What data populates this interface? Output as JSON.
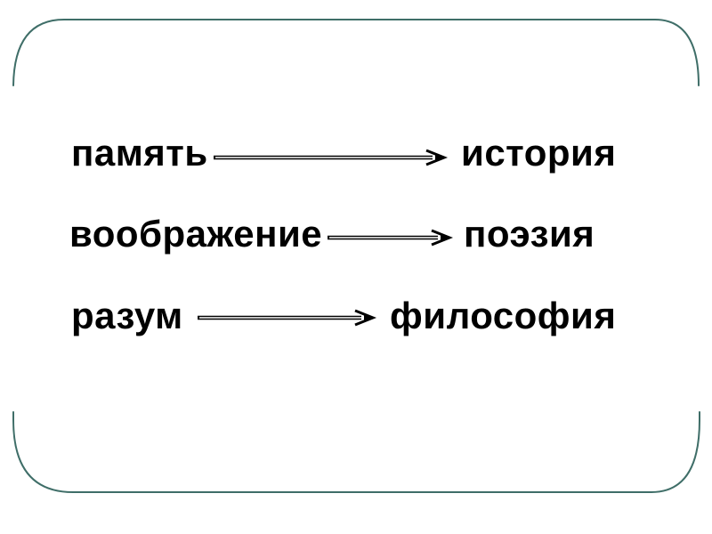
{
  "slide": {
    "background_color": "#ffffff",
    "frame_border_color": "#3f6e68",
    "text_color": "#000000",
    "arrow_color": "#000000"
  },
  "diagram": {
    "rows": [
      {
        "source": "память",
        "target": "история"
      },
      {
        "source": "воображение",
        "target": "поэзия"
      },
      {
        "source": "разум",
        "target": "философия"
      }
    ]
  }
}
